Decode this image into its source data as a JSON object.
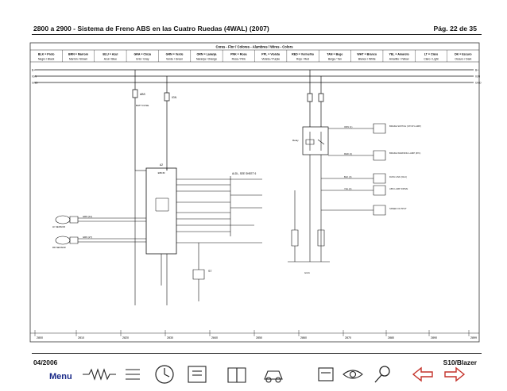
{
  "header": {
    "title": "2800 a 2900 - Sistema de Freno ABS en las Cuatro Ruedas (4WAL) (2007)",
    "page": "Pág. 22 de 35"
  },
  "legend": {
    "heading": "Cores - Flor / Colores - Alambres / Wires - Colors",
    "codes": [
      {
        "top": "BLK = Preto",
        "bottom": "Negro / Black"
      },
      {
        "top": "BRN = Marrom",
        "bottom": "Marrón / Brown"
      },
      {
        "top": "BLU = Azul",
        "bottom": "Azul / Blue"
      },
      {
        "top": "GRA = Cinza",
        "bottom": "Gris / Gray"
      },
      {
        "top": "GRN = Verde",
        "bottom": "Verde / Green"
      },
      {
        "top": "ORN = Laranja",
        "bottom": "Naranja / Orange"
      },
      {
        "top": "PNK = Rosa",
        "bottom": "Rosa / Pink"
      },
      {
        "top": "PPL = Violeta",
        "bottom": "Violeta / Purple"
      },
      {
        "top": "RED = Vermelho",
        "bottom": "Rojo / Red"
      },
      {
        "top": "TAN = Bege",
        "bottom": "Beige / Tan"
      },
      {
        "top": "WHT = Branco",
        "bottom": "Blanco / White"
      },
      {
        "top": "YEL = Amarelo",
        "bottom": "Amarillo / Yellow"
      },
      {
        "top": "LT = Claro",
        "bottom": "Claro / Light"
      },
      {
        "top": "DK = Escuro",
        "bottom": "Oscuro / Dark"
      }
    ]
  },
  "diagram": {
    "fuse_1": "ABS",
    "fuse_2": "IGN",
    "ebcm_label": "EBCM",
    "ebcm_tag": "A2",
    "wheel_sensor_label": "LF SENSOR",
    "rear_sensor_label": "RR SENSOR",
    "aldl_label": "ALDL, SEE SHEET 6",
    "relay_label": "Relay",
    "ground_label": "G101",
    "power_label": "BATT FUSE",
    "symbol_code": "S7",
    "rail_left": [
      "B+",
      "IGN",
      "GND"
    ],
    "rail_right": [
      "B+",
      "IGN",
      "GND"
    ],
    "left_wire_labels": [
      "GRN (12)",
      "GRN (27)"
    ],
    "right_wire_labels": [
      "ORN (1)",
      "RED (2)",
      "BLK (3)",
      "YEL (4)"
    ],
    "notes": [
      "BRAKE SWITCH (STOP LAMP)",
      "BRAKE WARNING LAMP (IPC)",
      "DATA LINK (DLC)",
      "ABS LAMP DRIVE",
      "SPEED OUTPUT"
    ]
  },
  "scale": {
    "ticks": [
      "2800",
      "2810",
      "2820",
      "2830",
      "2840",
      "2850",
      "2860",
      "2870",
      "2880",
      "2890",
      "2899"
    ]
  },
  "footer": {
    "date": "04/2006",
    "model": "S10/Blazer",
    "menu_label": "Menu"
  },
  "colors": {
    "line": "#111111",
    "nav_red": "#c4322a",
    "nav_blue": "#1a2a88"
  }
}
